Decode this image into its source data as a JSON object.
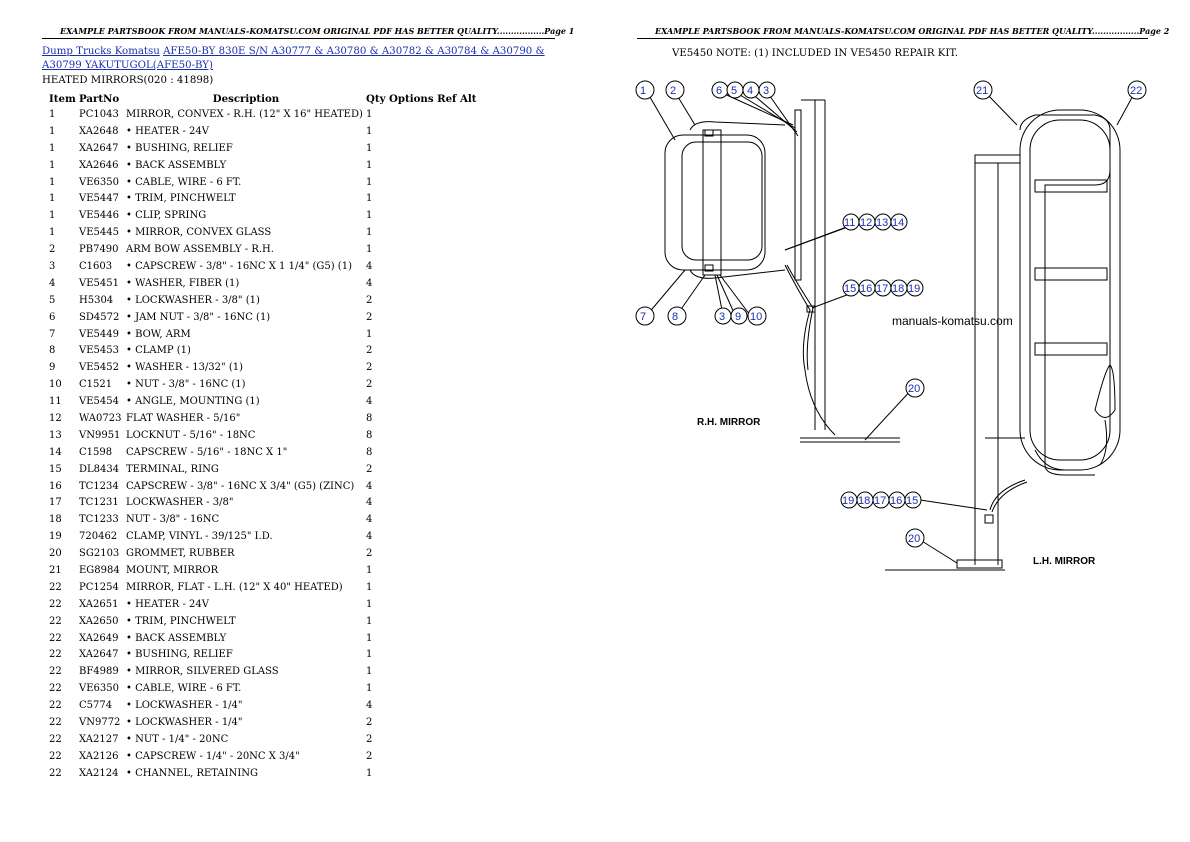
{
  "page1": {
    "header": "EXAMPLE PARTSBOOK FROM MANUALS-KOMATSU.COM ORIGINAL PDF HAS BETTER QUALITY.................Page 1",
    "breadcrumb": {
      "link1": "Dump Trucks Komatsu",
      "link2": "AFE50-BY 830E S/N A30777 & A30780 & A30782 & A30784 & A30790 & A30799 YAKUTUGOL(AFE50-BY)"
    },
    "section_title": "HEATED MIRRORS(020 : 41898)",
    "columns": {
      "item": "Item",
      "partno": "PartNo",
      "description": "Description",
      "qty": "Qty",
      "options": "Options",
      "refalt": "Ref Alt"
    },
    "rows": [
      {
        "item": "1",
        "partno": "PC1043",
        "desc": "MIRROR, CONVEX - R.H. (12\" X 16\" HEATED)",
        "qty": "1"
      },
      {
        "item": "1",
        "partno": "XA2648",
        "desc": "• HEATER - 24V",
        "qty": "1"
      },
      {
        "item": "1",
        "partno": "XA2647",
        "desc": "• BUSHING, RELIEF",
        "qty": "1"
      },
      {
        "item": "1",
        "partno": "XA2646",
        "desc": "• BACK ASSEMBLY",
        "qty": "1"
      },
      {
        "item": "1",
        "partno": "VE6350",
        "desc": "• CABLE, WIRE - 6 FT.",
        "qty": "1"
      },
      {
        "item": "1",
        "partno": "VE5447",
        "desc": "• TRIM, PINCHWELT",
        "qty": "1"
      },
      {
        "item": "1",
        "partno": "VE5446",
        "desc": "• CLIP, SPRING",
        "qty": "1"
      },
      {
        "item": "1",
        "partno": "VE5445",
        "desc": "• MIRROR, CONVEX GLASS",
        "qty": "1"
      },
      {
        "item": "2",
        "partno": "PB7490",
        "desc": "ARM BOW ASSEMBLY - R.H.",
        "qty": "1"
      },
      {
        "item": "3",
        "partno": "C1603",
        "desc": "• CAPSCREW - 3/8\" - 16NC X 1 1/4\" (G5) (1)",
        "qty": "4"
      },
      {
        "item": "4",
        "partno": "VE5451",
        "desc": "• WASHER, FIBER (1)",
        "qty": "4"
      },
      {
        "item": "5",
        "partno": "H5304",
        "desc": "• LOCKWASHER - 3/8\" (1)",
        "qty": "2"
      },
      {
        "item": "6",
        "partno": "SD4572",
        "desc": "• JAM NUT - 3/8\" - 16NC (1)",
        "qty": "2"
      },
      {
        "item": "7",
        "partno": "VE5449",
        "desc": "• BOW, ARM",
        "qty": "1"
      },
      {
        "item": "8",
        "partno": "VE5453",
        "desc": "• CLAMP (1)",
        "qty": "2"
      },
      {
        "item": "9",
        "partno": "VE5452",
        "desc": "• WASHER - 13/32\" (1)",
        "qty": "2"
      },
      {
        "item": "10",
        "partno": "C1521",
        "desc": "• NUT - 3/8\" - 16NC (1)",
        "qty": "2"
      },
      {
        "item": "11",
        "partno": "VE5454",
        "desc": "• ANGLE, MOUNTING (1)",
        "qty": "4"
      },
      {
        "item": "12",
        "partno": "WA0723",
        "desc": "FLAT WASHER - 5/16\"",
        "qty": "8"
      },
      {
        "item": "13",
        "partno": "VN9951",
        "desc": "LOCKNUT - 5/16\" - 18NC",
        "qty": "8"
      },
      {
        "item": "14",
        "partno": "C1598",
        "desc": "CAPSCREW - 5/16\" - 18NC X 1\"",
        "qty": "8"
      },
      {
        "item": "15",
        "partno": "DL8434",
        "desc": "TERMINAL, RING",
        "qty": "2"
      },
      {
        "item": "16",
        "partno": "TC1234",
        "desc": "CAPSCREW - 3/8\" - 16NC X 3/4\" (G5) (ZINC)",
        "qty": "4"
      },
      {
        "item": "17",
        "partno": "TC1231",
        "desc": "LOCKWASHER - 3/8\"",
        "qty": "4"
      },
      {
        "item": "18",
        "partno": "TC1233",
        "desc": "NUT - 3/8\" - 16NC",
        "qty": "4"
      },
      {
        "item": "19",
        "partno": "720462",
        "desc": "CLAMP, VINYL - 39/125\" I.D.",
        "qty": "4"
      },
      {
        "item": "20",
        "partno": "SG2103",
        "desc": "GROMMET, RUBBER",
        "qty": "2"
      },
      {
        "item": "21",
        "partno": "EG8984",
        "desc": "MOUNT, MIRROR",
        "qty": "1"
      },
      {
        "item": "22",
        "partno": "PC1254",
        "desc": "MIRROR, FLAT - L.H. (12\" X 40\" HEATED)",
        "qty": "1"
      },
      {
        "item": "22",
        "partno": "XA2651",
        "desc": "• HEATER - 24V",
        "qty": "1"
      },
      {
        "item": "22",
        "partno": "XA2650",
        "desc": "• TRIM, PINCHWELT",
        "qty": "1"
      },
      {
        "item": "22",
        "partno": "XA2649",
        "desc": "• BACK ASSEMBLY",
        "qty": "1"
      },
      {
        "item": "22",
        "partno": "XA2647",
        "desc": "• BUSHING, RELIEF",
        "qty": "1"
      },
      {
        "item": "22",
        "partno": "BF4989",
        "desc": "• MIRROR, SILVERED GLASS",
        "qty": "1"
      },
      {
        "item": "22",
        "partno": "VE6350",
        "desc": "• CABLE, WIRE - 6 FT.",
        "qty": "1"
      },
      {
        "item": "22",
        "partno": "C5774",
        "desc": "• LOCKWASHER - 1/4\"",
        "qty": "4"
      },
      {
        "item": "22",
        "partno": "VN9772",
        "desc": "• LOCKWASHER - 1/4\"",
        "qty": "2"
      },
      {
        "item": "22",
        "partno": "XA2127",
        "desc": "• NUT - 1/4\" - 20NC",
        "qty": "2"
      },
      {
        "item": "22",
        "partno": "XA2126",
        "desc": "• CAPSCREW - 1/4\" - 20NC X 3/4\"",
        "qty": "2"
      },
      {
        "item": "22",
        "partno": "XA2124",
        "desc": "• CHANNEL, RETAINING",
        "qty": "1"
      }
    ]
  },
  "page2": {
    "header": "EXAMPLE PARTSBOOK FROM MANUALS-KOMATSU.COM ORIGINAL PDF HAS BETTER QUALITY.................Page 2",
    "note": "VE5450  NOTE: (1) INCLUDED IN VE5450 REPAIR KIT.",
    "diagram": {
      "rh_label": "R.H. MIRROR",
      "lh_label": "L.H. MIRROR",
      "watermark": "manuals-komatsu.com",
      "callouts": [
        "1",
        "2",
        "6",
        "5",
        "4",
        "3",
        "21",
        "22",
        "11",
        "12",
        "13",
        "14",
        "15",
        "16",
        "17",
        "18",
        "19",
        "7",
        "8",
        "3",
        "9",
        "10",
        "20",
        "19",
        "18",
        "17",
        "16",
        "15",
        "20"
      ],
      "colors": {
        "callout": "#1a2fb0",
        "link": "#1a2fb0"
      }
    }
  }
}
